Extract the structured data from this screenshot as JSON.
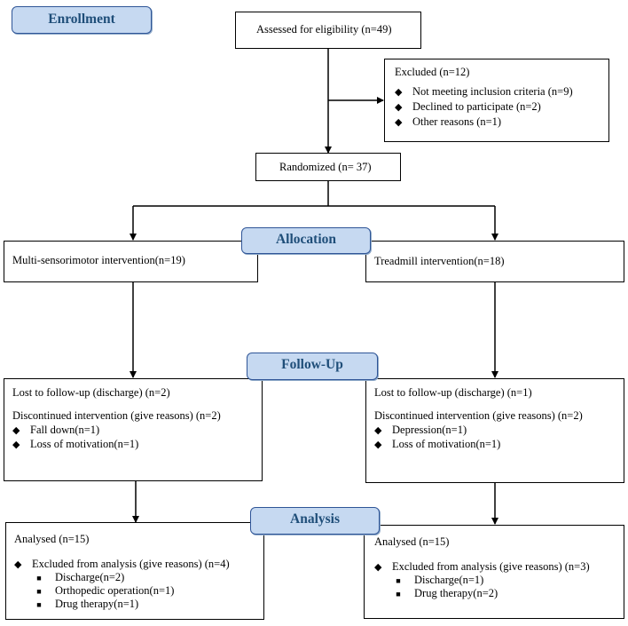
{
  "stages": {
    "enrollment": "Enrollment",
    "allocation": "Allocation",
    "follow_up": "Follow-Up",
    "analysis": "Analysis"
  },
  "assessed": "Assessed for eligibility (n=49)",
  "excluded": {
    "title": "Excluded (n=12)",
    "items": [
      "Not meeting inclusion criteria (n=9)",
      "Declined to participate (n=2)",
      "Other reasons (n=1)"
    ]
  },
  "randomized": "Randomized (n= 37)",
  "arms": {
    "left": {
      "allocation": "Multi-sensorimotor intervention(n=19)",
      "lost": "Lost to follow-up (discharge) (n=2)",
      "discontinued": "Discontinued intervention (give reasons) (n=2)",
      "discontinued_items": [
        "Fall down(n=1)",
        "Loss of motivation(n=1)"
      ],
      "analysed": "Analysed  (n=15)",
      "excluded_analysis": "Excluded from analysis (give reasons) (n=4)",
      "excluded_items": [
        "Discharge(n=2)",
        "Orthopedic operation(n=1)",
        "Drug therapy(n=1)"
      ]
    },
    "right": {
      "allocation": "Treadmill intervention(n=18)",
      "lost": "Lost to follow-up (discharge) (n=1)",
      "discontinued": "Discontinued intervention (give reasons) (n=2)",
      "discontinued_items": [
        "Depression(n=1)",
        "Loss of motivation(n=1)"
      ],
      "analysed": "Analysed  (n=15)",
      "excluded_analysis": "Excluded from analysis (give reasons) (n=3)",
      "excluded_items": [
        "Discharge(n=1)",
        "Drug therapy(n=2)"
      ]
    }
  },
  "colors": {
    "stage_fill": "#c6d9f1",
    "stage_border": "#2f5597",
    "stage_text": "#1f4e79"
  }
}
